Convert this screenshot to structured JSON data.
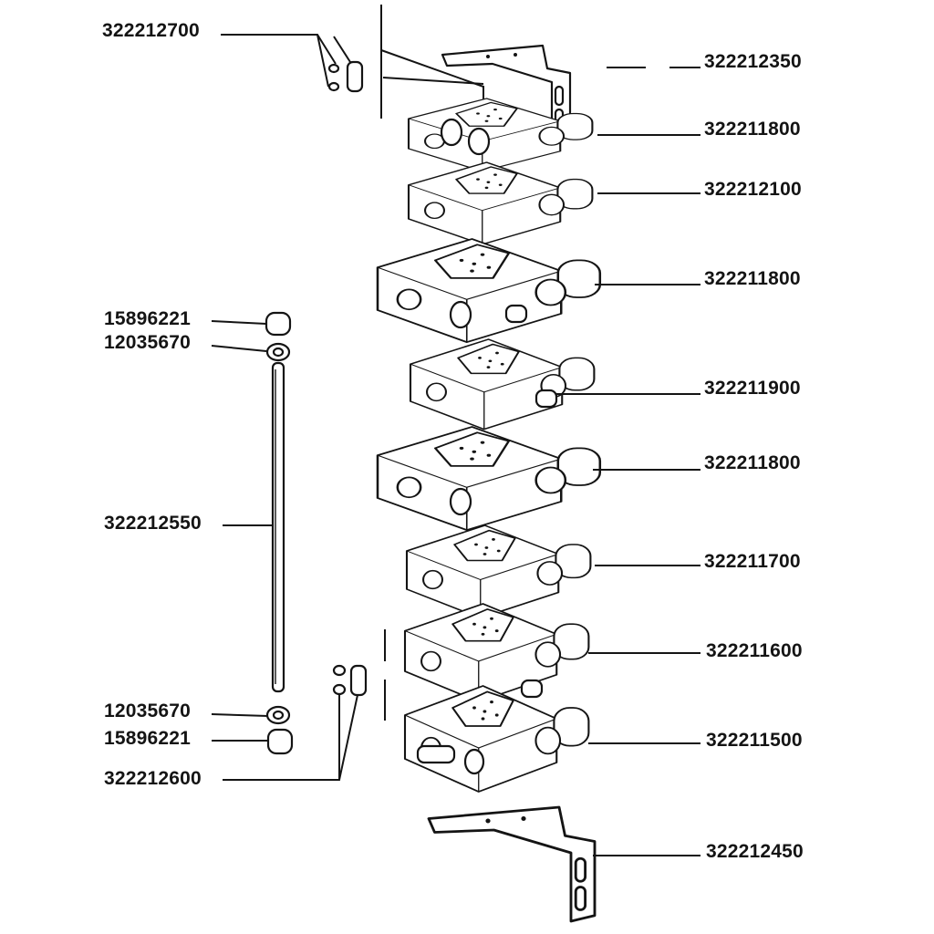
{
  "labels": {
    "top_screws": "322212700",
    "top_bracket": "322212350",
    "valve_1": "322211800",
    "valve_2": "322212100",
    "valve_3": "322211800",
    "washer_top": "15896221",
    "nut_top": "12035670",
    "valve_4": "322211900",
    "valve_5": "322211800",
    "tie_rod": "322212550",
    "valve_6": "322211700",
    "valve_7": "322211600",
    "nut_bottom": "12035670",
    "valve_8": "322211500",
    "washer_bottom": "15896221",
    "bottom_screws": "322212600",
    "bottom_bracket": "322212450"
  }
}
